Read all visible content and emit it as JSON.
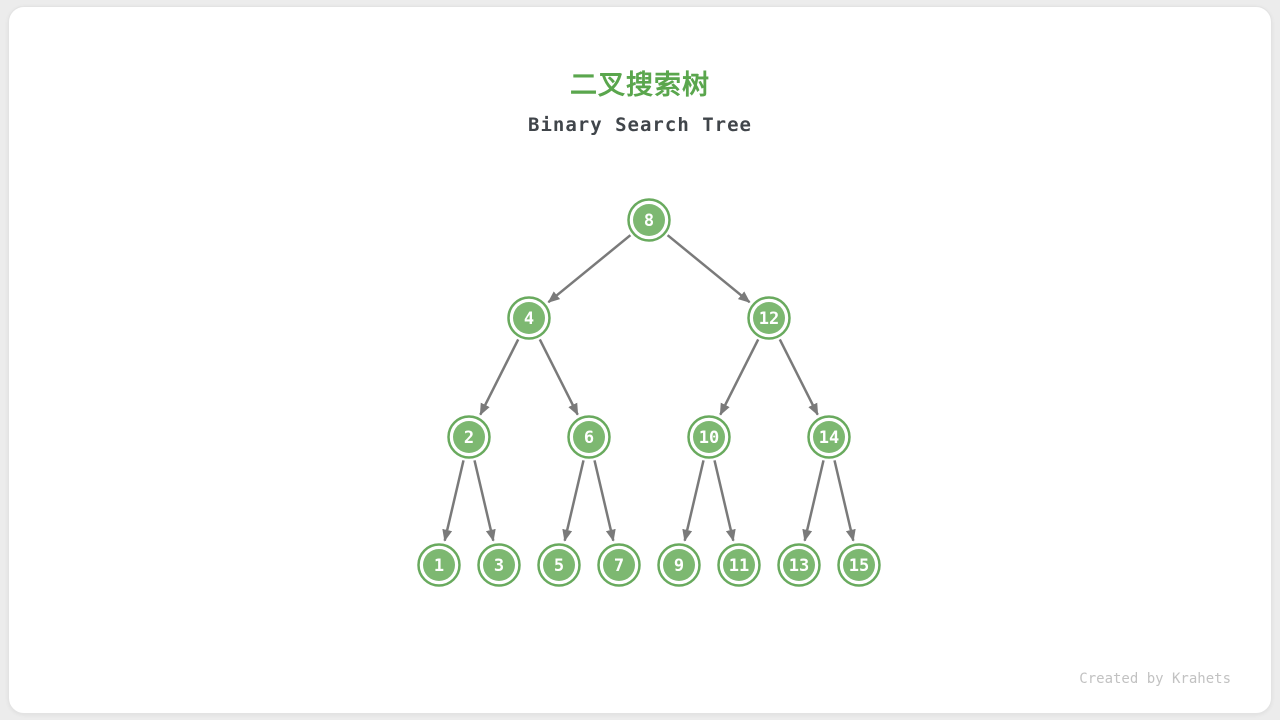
{
  "header": {
    "title": "二叉搜索树",
    "subtitle": "Binary Search Tree"
  },
  "footer": {
    "credit": "Created by Krahets"
  },
  "diagram": {
    "type": "binary-tree",
    "levels": [
      [
        8
      ],
      [
        4,
        12
      ],
      [
        2,
        6,
        10,
        14
      ],
      [
        1,
        3,
        5,
        7,
        9,
        11,
        13,
        15
      ]
    ]
  },
  "colors": {
    "page_bg": "#ececec",
    "card_bg": "#ffffff",
    "title_green": "#5aa64d",
    "subtitle_text": "#40454a",
    "node_fill": "#7db871",
    "node_stroke": "#69aa5e",
    "node_text": "#ffffff",
    "edge_gray": "#7a7a7a",
    "credit_text": "#c2c2c2"
  }
}
